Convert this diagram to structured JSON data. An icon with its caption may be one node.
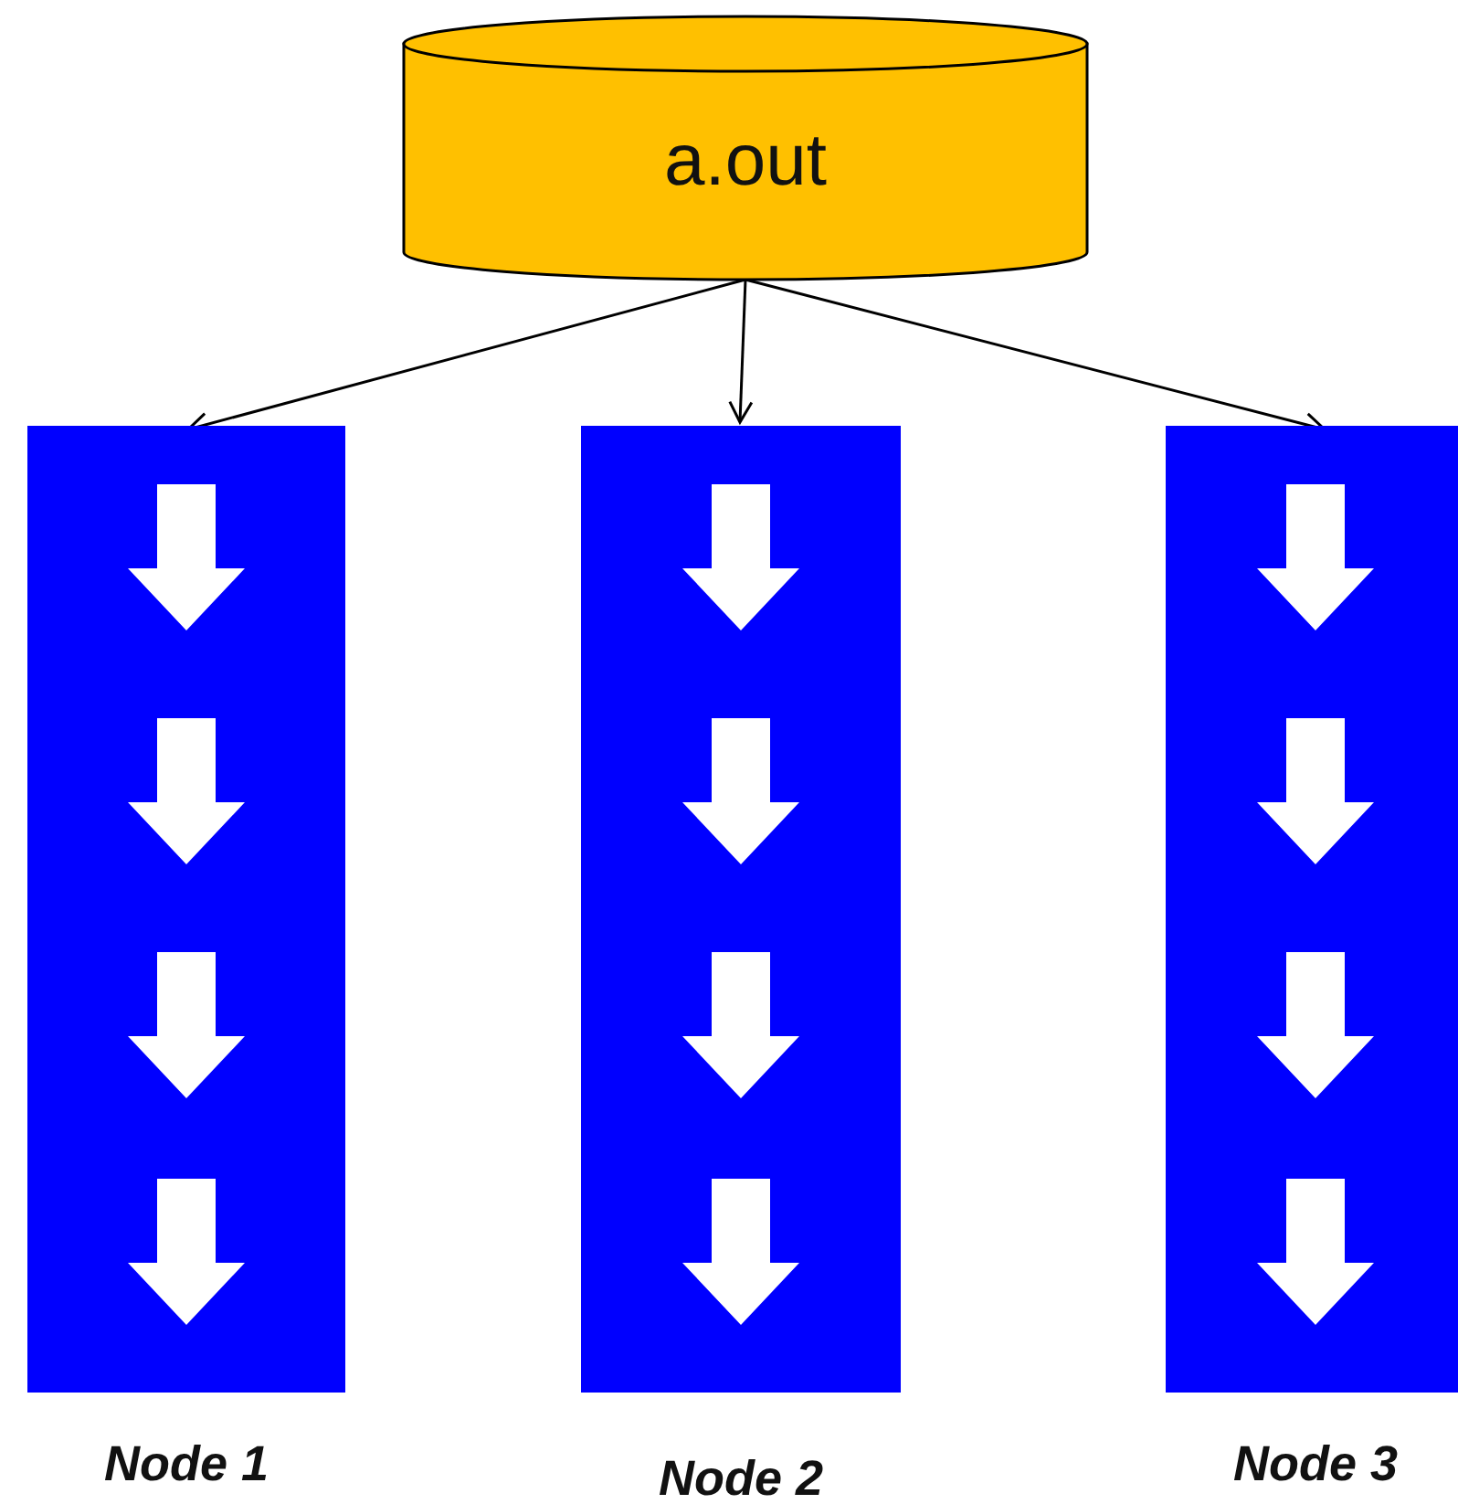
{
  "diagram": {
    "nodes": [
      {
        "text": [
          "a.out"
        ]
      },
      {
        "text": [],
        "shape": "bar",
        "beside": [
          "Node 1"
        ]
      },
      {
        "text": [],
        "shape": "bar",
        "beside": [
          "Node 2"
        ]
      },
      {
        "text": [],
        "shape": "bar",
        "beside": [
          "Node 3"
        ]
      }
    ],
    "edges": [
      {
        "from": 0,
        "to": 1,
        "arrow": "to"
      },
      {
        "from": 0,
        "to": 2,
        "arrow": "to"
      },
      {
        "from": 0,
        "to": 3,
        "arrow": "to"
      }
    ]
  }
}
